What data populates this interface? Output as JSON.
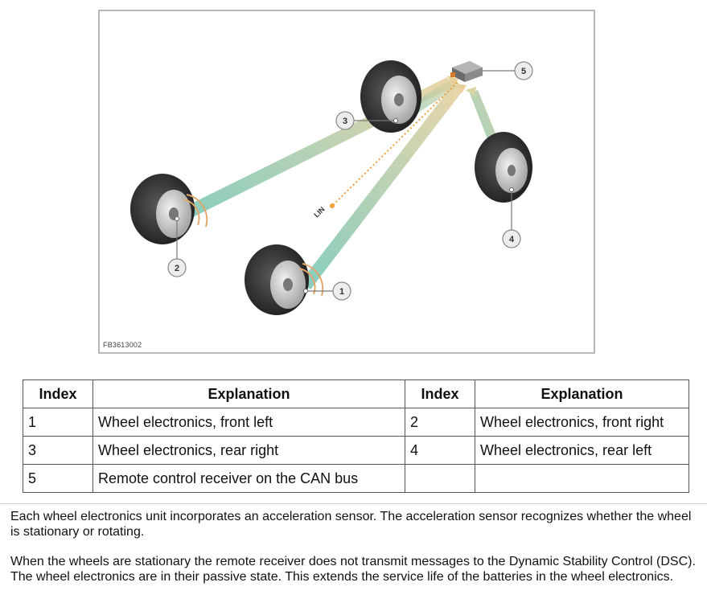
{
  "figure": {
    "id_label": "FB3613002",
    "lin_label": "LIN",
    "callouts": [
      "1",
      "2",
      "3",
      "4",
      "5"
    ]
  },
  "table": {
    "headers": [
      "Index",
      "Explanation",
      "Index",
      "Explanation"
    ],
    "rows": [
      [
        "1",
        "Wheel electronics, front left",
        "2",
        "Wheel electronics, front right"
      ],
      [
        "3",
        "Wheel electronics, rear right",
        "4",
        "Wheel electronics, rear left"
      ],
      [
        "5",
        "Remote control receiver on the CAN bus",
        "",
        ""
      ]
    ]
  },
  "paragraphs": [
    "Each wheel electronics unit incorporates an acceleration sensor. The acceleration sensor recognizes whether the wheel is stationary or rotating.",
    "When the wheels are stationary the remote receiver does not transmit messages to the Dynamic Stability Control (DSC). The wheel electronics are in their passive state. This extends the service life of the batteries in the wheel electronics."
  ]
}
